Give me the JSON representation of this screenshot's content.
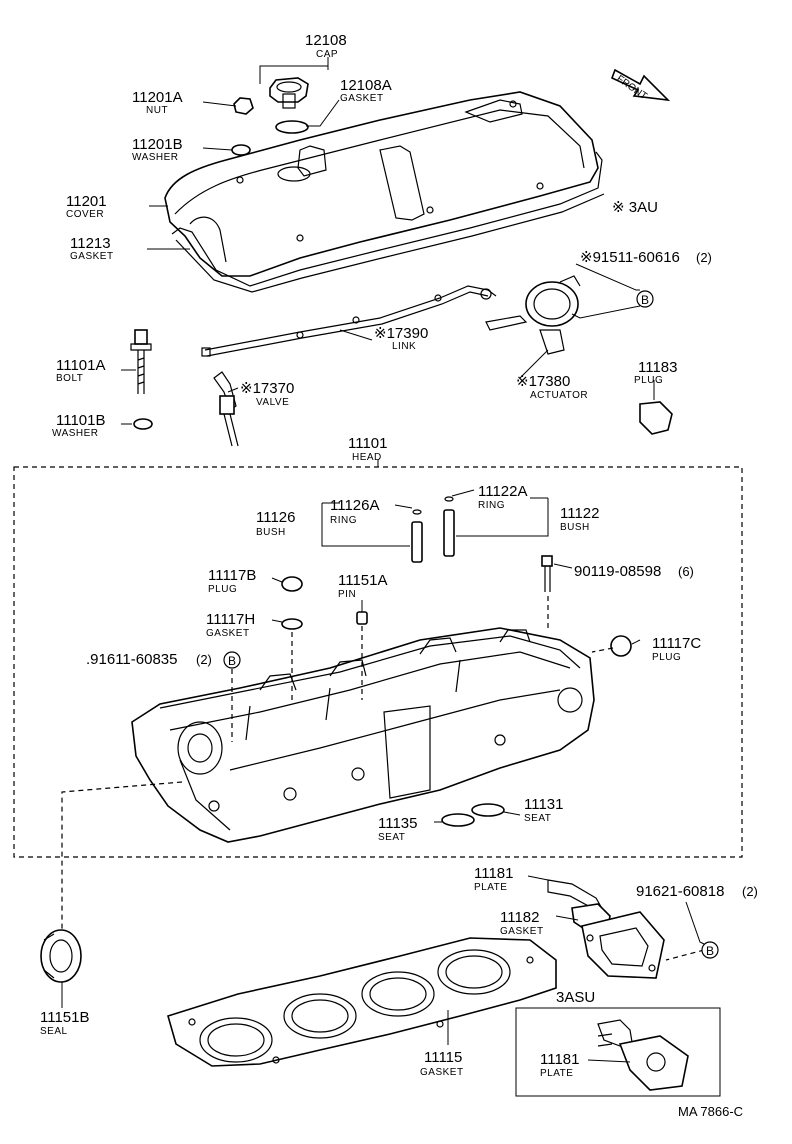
{
  "labels": {
    "cap": {
      "num": "12108",
      "name": "CAP"
    },
    "cap_gasket": {
      "num": "12108A",
      "name": "GASKET"
    },
    "nut": {
      "num": "11201A",
      "name": "NUT"
    },
    "washer_b": {
      "num": "11201B",
      "name": "WASHER"
    },
    "cover": {
      "num": "11201",
      "name": "COVER"
    },
    "cover_gasket": {
      "num": "11213",
      "name": "GASKET"
    },
    "screw_3au": {
      "num": "※91511-60616",
      "qty": "(2)"
    },
    "marker_3au": "※ 3AU",
    "front": "FRONT",
    "link": {
      "num": "※17390",
      "name": "LINK"
    },
    "bolt": {
      "num": "11101A",
      "name": "BOLT"
    },
    "valve": {
      "num": "※17370",
      "name": "VALVE"
    },
    "actuator": {
      "num": "※17380",
      "name": "ACTUATOR"
    },
    "plug_11183": {
      "num": "11183",
      "name": "PLUG"
    },
    "washer_11101b": {
      "num": "11101B",
      "name": "WASHER"
    },
    "head": {
      "num": "11101",
      "name": "HEAD"
    },
    "ring_a": {
      "num": "11126A",
      "name": "RING"
    },
    "bush_11126": {
      "num": "11126",
      "name": "BUSH"
    },
    "ring_b": {
      "num": "11122A",
      "name": "RING"
    },
    "bush_11122": {
      "num": "11122",
      "name": "BUSH"
    },
    "plug_11117b": {
      "num": "11117B",
      "name": "PLUG"
    },
    "pin": {
      "num": "11151A",
      "name": "PIN"
    },
    "bolt_90119": {
      "num": "90119-08598",
      "qty": "(6)"
    },
    "gasket_11117h": {
      "num": "11117H",
      "name": "GASKET"
    },
    "plug_11117c": {
      "num": "11117C",
      "name": "PLUG"
    },
    "screw_91611": {
      "num": ".91611-60835",
      "qty": "(2)"
    },
    "seat_11131": {
      "num": "11131",
      "name": "SEAT"
    },
    "seat_11135": {
      "num": "11135",
      "name": "SEAT"
    },
    "plate_11181": {
      "num": "11181",
      "name": "PLATE"
    },
    "screw_91621": {
      "num": "91621-60818",
      "qty": "(2)"
    },
    "gasket_11182": {
      "num": "11182",
      "name": "GASKET"
    },
    "seal": {
      "num": "11151B",
      "name": "SEAL"
    },
    "head_gasket": {
      "num": "11115",
      "name": "GASKET"
    },
    "marker_3asu": "3ASU",
    "plate_3asu": {
      "num": "11181",
      "name": "PLATE"
    }
  },
  "ref_marker": "B",
  "figure_code": "MA 7866-C"
}
